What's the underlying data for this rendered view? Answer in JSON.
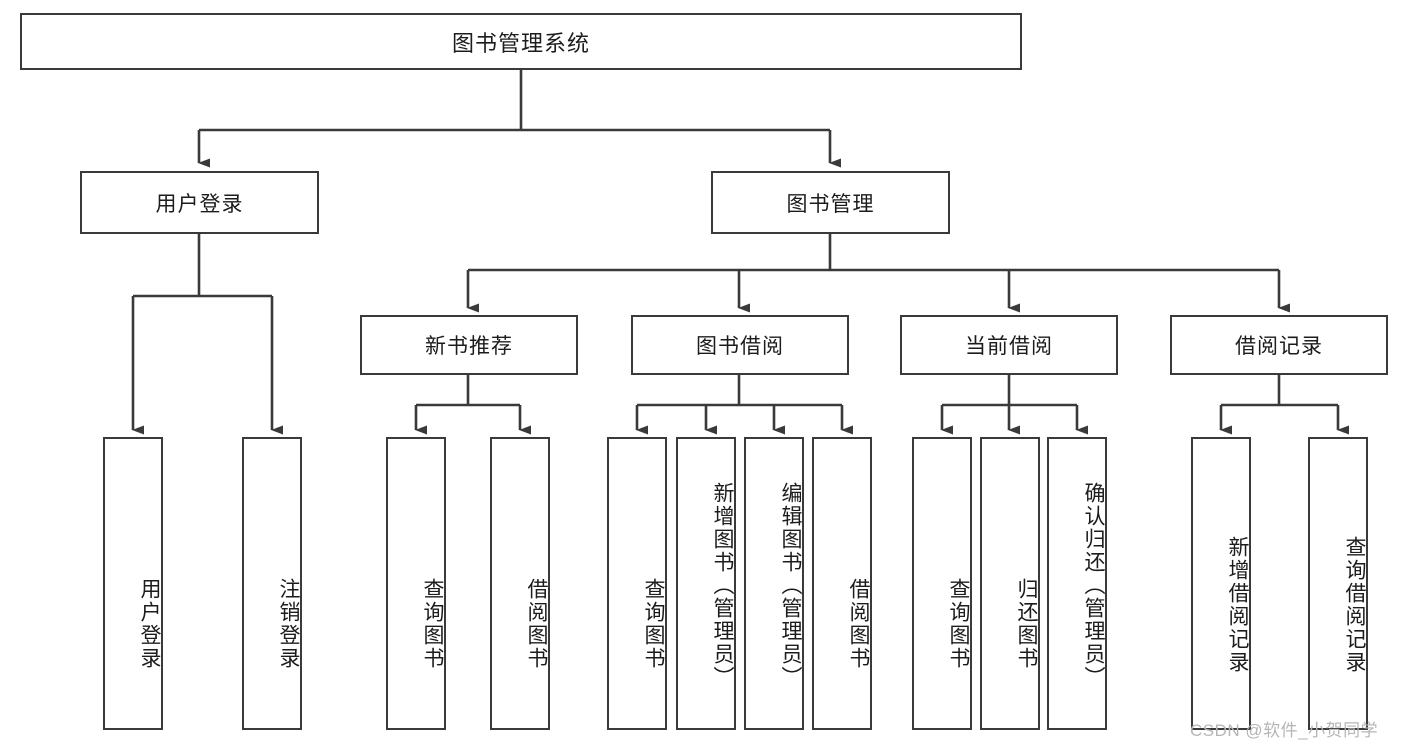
{
  "diagram": {
    "type": "tree-hierarchy",
    "title": "图书管理系统",
    "root": {
      "id": "root",
      "label": "图书管理系统",
      "orientation": "horizontal"
    },
    "level2": [
      {
        "id": "user-login",
        "label": "用户登录",
        "orientation": "horizontal"
      },
      {
        "id": "book-manage",
        "label": "图书管理",
        "orientation": "horizontal"
      }
    ],
    "level3": [
      {
        "id": "new-book-rec",
        "label": "新书推荐",
        "orientation": "horizontal",
        "parent": "book-manage"
      },
      {
        "id": "book-borrow",
        "label": "图书借阅",
        "orientation": "horizontal",
        "parent": "book-manage"
      },
      {
        "id": "current-borrow",
        "label": "当前借阅",
        "orientation": "horizontal",
        "parent": "book-manage"
      },
      {
        "id": "borrow-record",
        "label": "借阅记录",
        "orientation": "horizontal",
        "parent": "book-manage"
      }
    ],
    "leaves": [
      {
        "id": "leaf-user-login",
        "label": "用户登录",
        "orientation": "vertical",
        "parent": "user-login"
      },
      {
        "id": "leaf-user-logout",
        "label": "注销登录",
        "orientation": "vertical",
        "parent": "user-login"
      },
      {
        "id": "leaf-query-book-1",
        "label": "查询图书",
        "orientation": "vertical",
        "parent": "new-book-rec"
      },
      {
        "id": "leaf-borrow-book-1",
        "label": "借阅图书",
        "orientation": "vertical",
        "parent": "new-book-rec"
      },
      {
        "id": "leaf-query-book-2",
        "label": "查询图书",
        "orientation": "vertical",
        "parent": "book-borrow"
      },
      {
        "id": "leaf-add-book",
        "label": "新增图书（管理员）",
        "orientation": "vertical",
        "parent": "book-borrow"
      },
      {
        "id": "leaf-edit-book",
        "label": "编辑图书（管理员）",
        "orientation": "vertical",
        "parent": "book-borrow"
      },
      {
        "id": "leaf-borrow-book-2",
        "label": "借阅图书",
        "orientation": "vertical",
        "parent": "book-borrow"
      },
      {
        "id": "leaf-query-book-3",
        "label": "查询图书",
        "orientation": "vertical",
        "parent": "current-borrow"
      },
      {
        "id": "leaf-return-book",
        "label": "归还图书",
        "orientation": "vertical",
        "parent": "current-borrow"
      },
      {
        "id": "leaf-confirm-return",
        "label": "确认归还（管理员）",
        "orientation": "vertical",
        "parent": "current-borrow"
      },
      {
        "id": "leaf-add-record",
        "label": "新增借阅记录",
        "orientation": "vertical",
        "parent": "borrow-record"
      },
      {
        "id": "leaf-query-record",
        "label": "查询借阅记录",
        "orientation": "vertical",
        "parent": "borrow-record"
      }
    ],
    "watermark": "CSDN @软件_小贺同学",
    "colors": {
      "border": "#3a3a3a",
      "background": "#ffffff",
      "text": "#1c1c1c",
      "watermark": "#b6b6b6"
    }
  }
}
